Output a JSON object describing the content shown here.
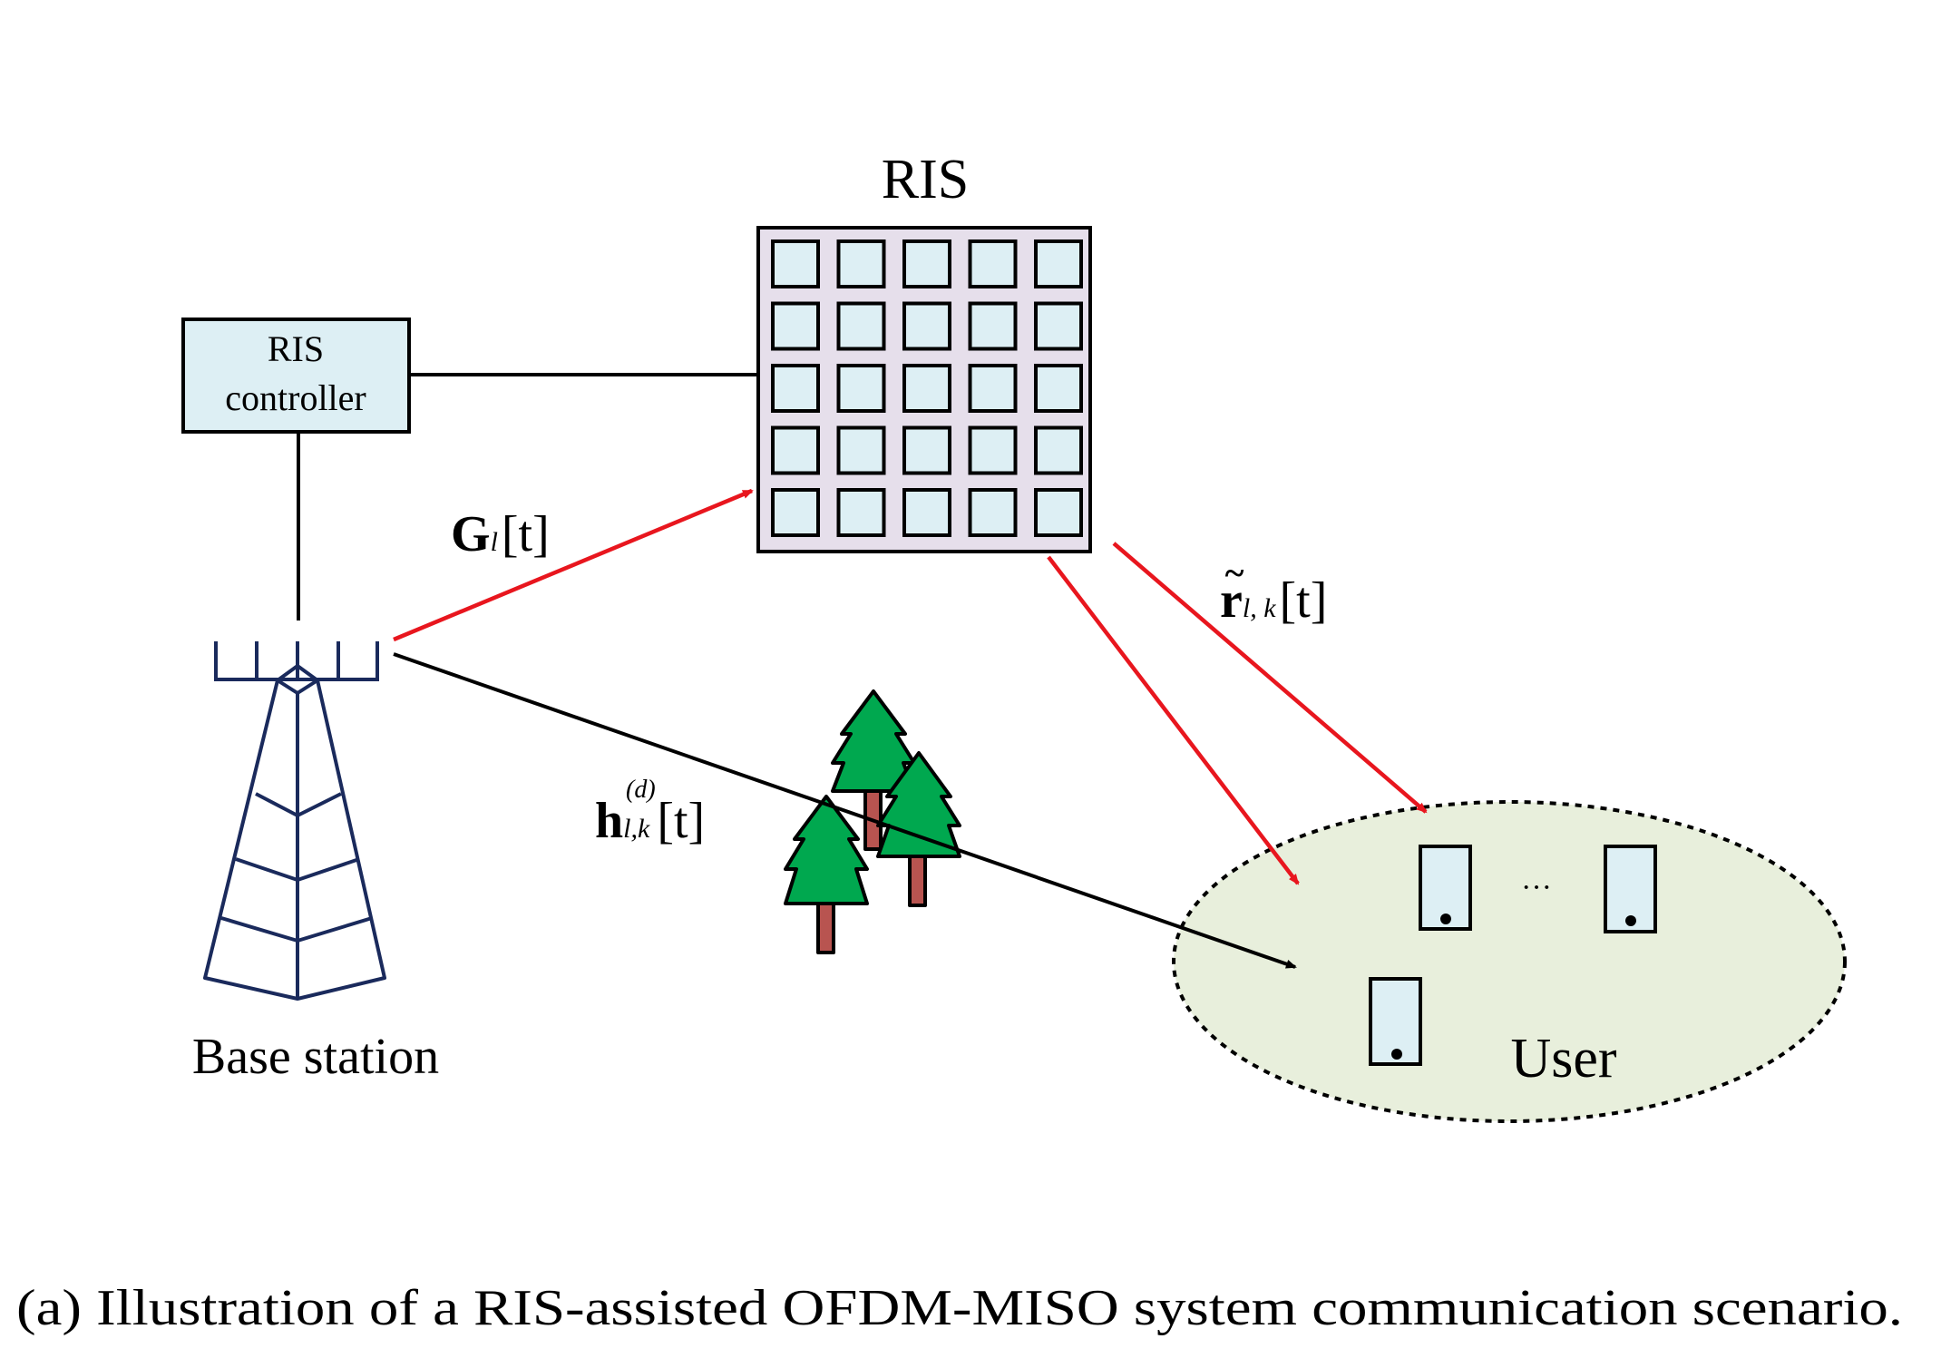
{
  "ris": {
    "title": "RIS",
    "rows": 5,
    "cols": 5
  },
  "ris_controller": {
    "line1": "RIS",
    "line2": "controller"
  },
  "base_station": {
    "label": "Base station"
  },
  "channels": {
    "bs_to_ris": {
      "main": "G",
      "sub": "l",
      "arg": "[t]"
    },
    "ris_to_user": {
      "accent": "~",
      "main": "r",
      "sub": "l, k",
      "arg": "[t]"
    },
    "direct": {
      "main": "h",
      "sub": "l,k",
      "sup": "(d)",
      "arg": "[t]"
    }
  },
  "users": {
    "label": "User",
    "ellipsis": "···"
  },
  "caption": "(a) Illustration of a RIS-assisted OFDM-MISO system communication scenario.",
  "colors": {
    "ris_panel": "#e6dfeb",
    "ris_element": "#ddeff4",
    "controller_box": "#ddeff4",
    "user_area": "#e8efdc",
    "phone": "#ddeff4",
    "tower": "#1a2a5c",
    "tree_green": "#00a84f",
    "tree_trunk": "#b85450",
    "red_link": "#e8161e",
    "black_link": "#000000"
  }
}
